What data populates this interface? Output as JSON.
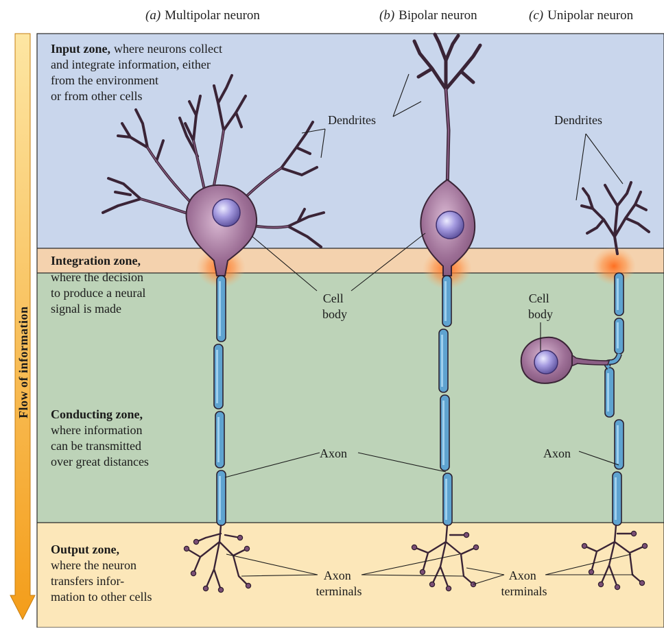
{
  "captions": {
    "a": {
      "letter": "(a)",
      "text": "Multipolar neuron"
    },
    "b": {
      "letter": "(b)",
      "text": "Bipolar neuron"
    },
    "c": {
      "letter": "(c)",
      "text": "Unipolar neuron"
    }
  },
  "flow_label": "Flow of information",
  "zones": {
    "input": {
      "title": "Input zone,",
      "lines": [
        "where neurons collect",
        "and integrate information, either",
        "from the environment",
        "or from other cells"
      ]
    },
    "integration": {
      "title": "Integration zone,",
      "lines": [
        "where the decision",
        "to produce a neural",
        "signal is made"
      ]
    },
    "conducting": {
      "title": "Conducting zone,",
      "lines": [
        "where information",
        "can be transmitted",
        "over great distances"
      ]
    },
    "output": {
      "title": "Output zone,",
      "lines": [
        "where the neuron",
        "transfers infor-",
        "mation to other cells"
      ]
    }
  },
  "labels": {
    "dendrites_b": "Dendrites",
    "dendrites_c": "Dendrites",
    "cell_body_a": [
      "Cell",
      "body"
    ],
    "cell_body_c": [
      "Cell",
      "body"
    ],
    "axon_ab": "Axon",
    "axon_c": "Axon",
    "axon_terminals_ab": [
      "Axon",
      "terminals"
    ],
    "axon_terminals_c": [
      "Axon",
      "terminals"
    ]
  },
  "colors": {
    "input_zone": "#c9d6ec",
    "integration_zone": "#f4d2ae",
    "conducting_zone": "#bdd3b8",
    "output_zone": "#fce7b9",
    "neuron_body": "#8c5f86",
    "nucleus": "#9f95d2",
    "myelin": "#5fa3d0",
    "flow_arrow": "#f6a21c"
  }
}
